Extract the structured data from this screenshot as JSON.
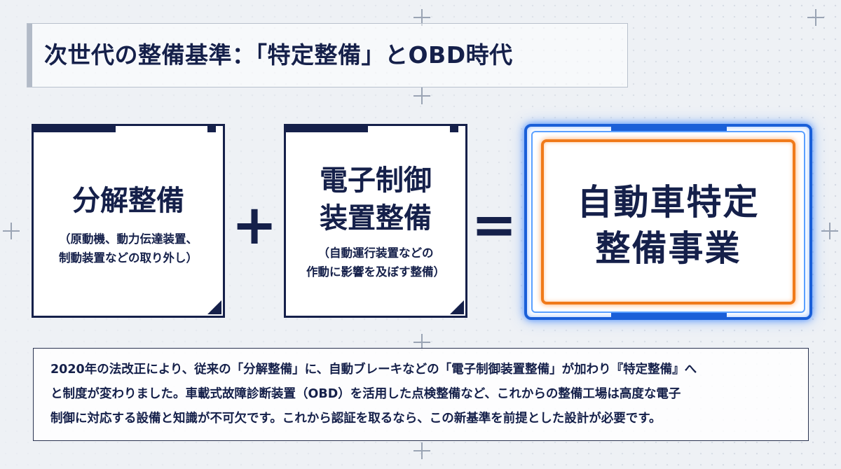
{
  "title": "次世代の整備基準：「特定整備」とOBD時代",
  "cards": [
    {
      "main": [
        "分解整備"
      ],
      "sub": [
        "（原動機、動力伝達装置、",
        "制動装置などの取り外し）"
      ]
    },
    {
      "main": [
        "電子制御",
        "装置整備"
      ],
      "sub": [
        "（自動運行装置などの",
        "作動に影響を及ぼす整備）"
      ]
    }
  ],
  "operators": {
    "plus": "+",
    "equals": "="
  },
  "result": {
    "lines": [
      "自動車特定",
      "整備事業"
    ]
  },
  "description": [
    "2020年の法改正により、従来の「分解整備」に、自動ブレーキなどの「電子制御装置整備」が加わり『特定整備』へ",
    "と制度が変わりました。車載式故障診断装置（OBD）を活用した点検整備など、これからの整備工場は高度な電子",
    "制御に対応する設備と知識が不可欠です。これから認証を取るなら、この新基準を前提とした設計が必要です。"
  ]
}
